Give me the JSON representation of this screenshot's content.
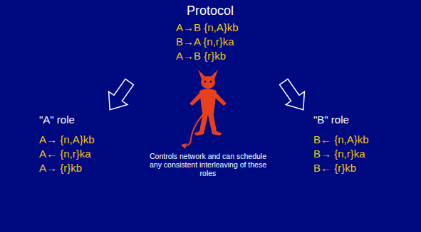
{
  "diagram": {
    "labels": [
      "Protocol",
      "A→B {n,A}kb",
      "B→A {n,r}ka",
      "A→B {r}kb",
      "\"A\" role",
      "A→ {n,A}kb",
      "A← {n,r}ka",
      "A→ {r}kb",
      "\"B\" role",
      "B← {n,A}kb",
      "B→ {n,r}ka",
      "B← {r}kb",
      "Controls network and can schedule any consistent interleaving of these roles"
    ]
  }
}
